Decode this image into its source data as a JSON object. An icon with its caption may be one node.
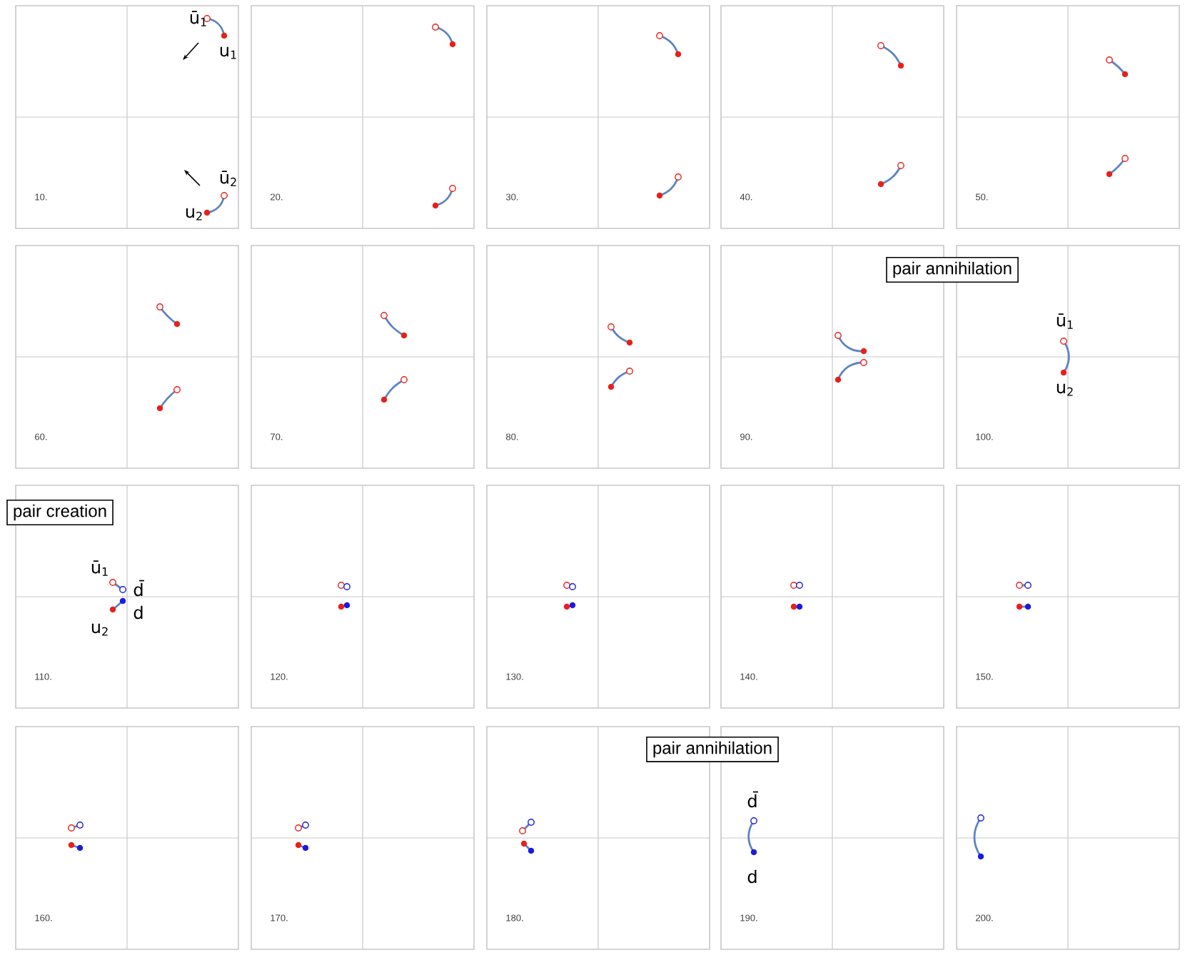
{
  "diagram": {
    "nodes": [
      {
        "text": [
          "10."
        ]
      },
      {
        "text": [
          "20."
        ]
      },
      {
        "text": [
          "30."
        ]
      },
      {
        "text": [
          "40."
        ]
      },
      {
        "text": [
          "50."
        ]
      },
      {
        "text": [
          "60."
        ]
      },
      {
        "text": [
          "70."
        ]
      },
      {
        "text": [
          "80."
        ]
      },
      {
        "text": [
          "90."
        ]
      },
      {
        "text": [
          "100."
        ]
      },
      {
        "text": [
          "110."
        ]
      },
      {
        "text": [
          "120."
        ]
      },
      {
        "text": [
          "130."
        ]
      },
      {
        "text": [
          "140."
        ]
      },
      {
        "text": [
          "150."
        ]
      },
      {
        "text": [
          "160."
        ]
      },
      {
        "text": [
          "170."
        ]
      },
      {
        "text": [
          "180."
        ]
      },
      {
        "text": [
          "190."
        ]
      },
      {
        "text": [
          "200."
        ]
      },
      {
        "text": [
          "pair annihilation"
        ]
      },
      {
        "text": [
          "pair creation"
        ]
      },
      {
        "text": [
          "pair annihilation"
        ]
      }
    ],
    "labels": [
      "ū$_{1}$",
      "u$_{1}$",
      "ū$_{2}$",
      "u$_{2}$",
      "ū$_{1}$",
      "u$_{2}$",
      "ū$_{1}$",
      "d̄",
      "d",
      "u$_{2}$",
      "d̄",
      "d"
    ]
  }
}
